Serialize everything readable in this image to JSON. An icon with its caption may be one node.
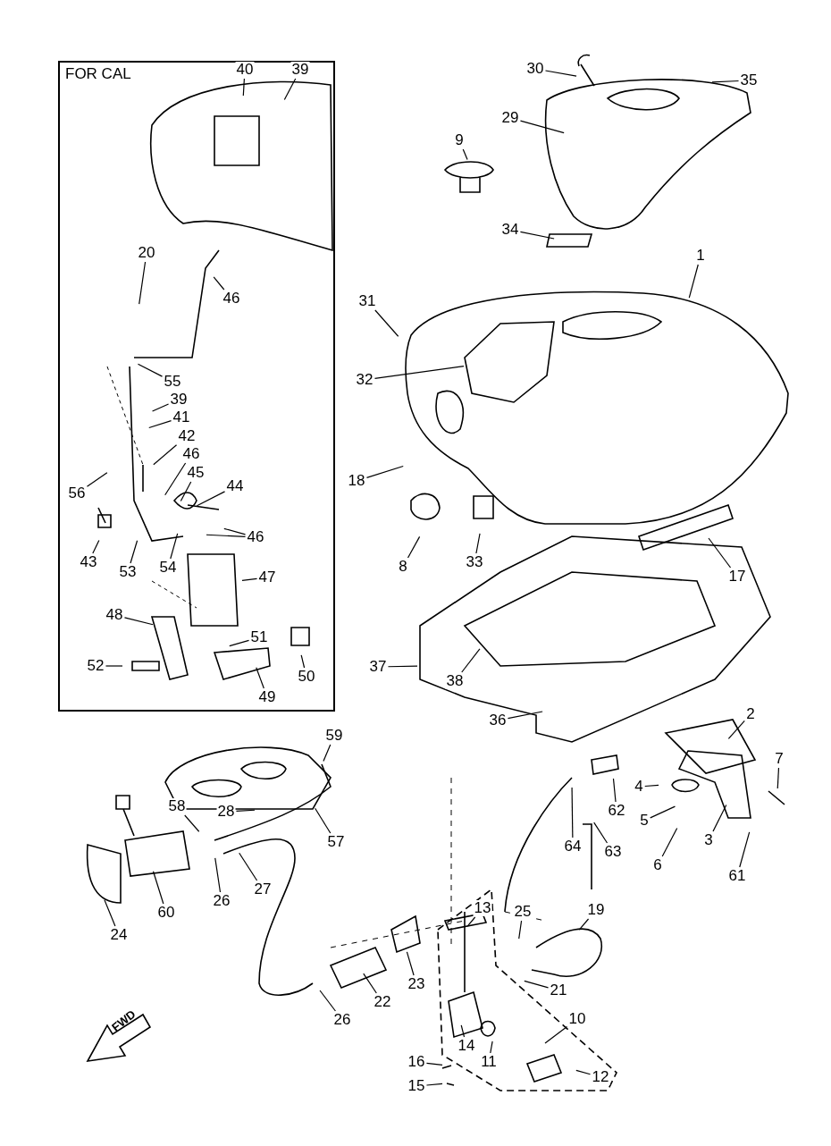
{
  "diagram": {
    "nodes": [
      {
        "text": [
          "FOR CAL"
        ]
      },
      {
        "text": [
          "40"
        ],
        "in": 0
      },
      {
        "text": [
          "39"
        ],
        "in": 0
      },
      {
        "text": [
          "20"
        ],
        "in": 0
      },
      {
        "text": [
          "46"
        ],
        "in": 0
      },
      {
        "text": [
          "55"
        ],
        "in": 0
      },
      {
        "text": [
          "39"
        ],
        "in": 0
      },
      {
        "text": [
          "41"
        ],
        "in": 0
      },
      {
        "text": [
          "42"
        ],
        "in": 0
      },
      {
        "text": [
          "46"
        ],
        "in": 0
      },
      {
        "text": [
          "45"
        ],
        "in": 0
      },
      {
        "text": [
          "44"
        ],
        "in": 0
      },
      {
        "text": [
          "56"
        ],
        "in": 0
      },
      {
        "text": [
          "43"
        ],
        "in": 0
      },
      {
        "text": [
          "46"
        ],
        "in": 0
      },
      {
        "text": [
          "53"
        ],
        "in": 0
      },
      {
        "text": [
          "54"
        ],
        "in": 0
      },
      {
        "text": [
          "47"
        ],
        "in": 0
      },
      {
        "text": [
          "48"
        ],
        "in": 0
      },
      {
        "text": [
          "51"
        ],
        "in": 0
      },
      {
        "text": [
          "52"
        ],
        "in": 0
      },
      {
        "text": [
          "49"
        ],
        "in": 0
      },
      {
        "text": [
          "50"
        ],
        "in": 0
      },
      {
        "text": [
          "30"
        ]
      },
      {
        "text": [
          "35"
        ]
      },
      {
        "text": [
          "29"
        ]
      },
      {
        "text": [
          "9"
        ]
      },
      {
        "text": [
          "34"
        ]
      },
      {
        "text": [
          "1"
        ]
      },
      {
        "text": [
          "31"
        ]
      },
      {
        "text": [
          "32"
        ]
      },
      {
        "text": [
          "18"
        ]
      },
      {
        "text": [
          "8"
        ]
      },
      {
        "text": [
          "33"
        ]
      },
      {
        "text": [
          "17"
        ]
      },
      {
        "text": [
          "37"
        ]
      },
      {
        "text": [
          "38"
        ]
      },
      {
        "text": [
          "36"
        ]
      },
      {
        "text": [
          "2"
        ]
      },
      {
        "text": [
          "7"
        ]
      },
      {
        "text": [
          "4"
        ]
      },
      {
        "text": [
          "5"
        ]
      },
      {
        "text": [
          "62"
        ]
      },
      {
        "text": [
          "3"
        ]
      },
      {
        "text": [
          "6"
        ]
      },
      {
        "text": [
          "61"
        ]
      },
      {
        "text": [
          "64"
        ]
      },
      {
        "text": [
          "63"
        ]
      },
      {
        "text": [
          "59"
        ]
      },
      {
        "text": [
          "28"
        ]
      },
      {
        "text": [
          "58"
        ]
      },
      {
        "text": [
          "57"
        ]
      },
      {
        "text": [
          "26"
        ]
      },
      {
        "text": [
          "27"
        ]
      },
      {
        "text": [
          "24"
        ]
      },
      {
        "text": [
          "60"
        ]
      },
      {
        "text": [
          "13"
        ]
      },
      {
        "text": [
          "25"
        ]
      },
      {
        "text": [
          "19"
        ]
      },
      {
        "text": [
          "23"
        ]
      },
      {
        "text": [
          "22"
        ]
      },
      {
        "text": [
          "26"
        ]
      },
      {
        "text": [
          "21"
        ]
      },
      {
        "text": [
          "10"
        ]
      },
      {
        "text": [
          "16"
        ]
      },
      {
        "text": [
          "14"
        ]
      },
      {
        "text": [
          "11"
        ]
      },
      {
        "text": [
          "12"
        ]
      },
      {
        "text": [
          "15"
        ]
      }
    ],
    "edges": [
      {
        "from": 1,
        "to": null,
        "arrow": "none"
      },
      {
        "from": 2,
        "to": null,
        "arrow": "none"
      },
      {
        "from": 3,
        "to": null,
        "arrow": "none"
      },
      {
        "from": 4,
        "to": null,
        "arrow": "none"
      },
      {
        "from": 5,
        "to": null,
        "arrow": "none"
      },
      {
        "from": 6,
        "to": null,
        "arrow": "none"
      },
      {
        "from": 7,
        "to": null,
        "arrow": "none"
      },
      {
        "from": 8,
        "to": null,
        "arrow": "none"
      },
      {
        "from": 9,
        "to": null,
        "arrow": "none"
      },
      {
        "from": 10,
        "to": null,
        "arrow": "none"
      },
      {
        "from": 11,
        "to": null,
        "arrow": "none"
      },
      {
        "from": 12,
        "to": null,
        "arrow": "none"
      },
      {
        "from": 13,
        "to": null,
        "arrow": "none"
      },
      {
        "from": 14,
        "to": null,
        "arrow": "none"
      },
      {
        "from": 14,
        "to": null,
        "arrow": "none"
      },
      {
        "from": 15,
        "to": null,
        "arrow": "none"
      },
      {
        "from": 16,
        "to": null,
        "arrow": "none"
      },
      {
        "from": 17,
        "to": null,
        "arrow": "none"
      },
      {
        "from": 18,
        "to": null,
        "arrow": "none"
      },
      {
        "from": 19,
        "to": null,
        "arrow": "none"
      },
      {
        "from": 20,
        "to": null,
        "arrow": "none"
      },
      {
        "from": 21,
        "to": null,
        "arrow": "none"
      },
      {
        "from": 22,
        "to": null,
        "arrow": "none"
      },
      {
        "from": 23,
        "to": null,
        "arrow": "none"
      },
      {
        "from": 24,
        "to": null,
        "arrow": "none"
      },
      {
        "from": 25,
        "to": null,
        "arrow": "none"
      },
      {
        "from": 26,
        "to": null,
        "arrow": "none"
      },
      {
        "from": 27,
        "to": null,
        "arrow": "none"
      },
      {
        "from": 28,
        "to": null,
        "arrow": "none"
      },
      {
        "from": 29,
        "to": null,
        "arrow": "none"
      },
      {
        "from": 30,
        "to": null,
        "arrow": "none"
      },
      {
        "from": 31,
        "to": null,
        "arrow": "none"
      },
      {
        "from": 32,
        "to": null,
        "arrow": "none"
      },
      {
        "from": 33,
        "to": null,
        "arrow": "none"
      },
      {
        "from": 34,
        "to": null,
        "arrow": "none"
      },
      {
        "from": 35,
        "to": null,
        "arrow": "none"
      },
      {
        "from": 36,
        "to": null,
        "arrow": "none"
      },
      {
        "from": 37,
        "to": null,
        "arrow": "none"
      },
      {
        "from": 38,
        "to": null,
        "arrow": "none"
      },
      {
        "from": 39,
        "to": null,
        "arrow": "none"
      },
      {
        "from": 40,
        "to": null,
        "arrow": "none"
      },
      {
        "from": 41,
        "to": null,
        "arrow": "none"
      },
      {
        "from": 42,
        "to": null,
        "arrow": "none"
      },
      {
        "from": 43,
        "to": null,
        "arrow": "none"
      },
      {
        "from": 44,
        "to": null,
        "arrow": "none"
      },
      {
        "from": 45,
        "to": null,
        "arrow": "none"
      },
      {
        "from": 46,
        "to": null,
        "arrow": "none"
      },
      {
        "from": 47,
        "to": null,
        "arrow": "none"
      },
      {
        "from": 48,
        "to": null,
        "arrow": "none"
      },
      {
        "from": 49,
        "to": null,
        "arrow": "none"
      },
      {
        "from": 50,
        "to": null,
        "arrow": "none"
      },
      {
        "from": 51,
        "to": null,
        "arrow": "none"
      },
      {
        "from": 52,
        "to": null,
        "arrow": "none"
      },
      {
        "from": 53,
        "to": null,
        "arrow": "none"
      },
      {
        "from": 54,
        "to": null,
        "arrow": "none"
      },
      {
        "from": 55,
        "to": null,
        "arrow": "none"
      },
      {
        "from": 56,
        "to": null,
        "arrow": "none"
      },
      {
        "from": 57,
        "to": null,
        "arrow": "none"
      },
      {
        "from": 58,
        "to": null,
        "arrow": "none"
      },
      {
        "from": 59,
        "to": null,
        "arrow": "none"
      },
      {
        "from": 60,
        "to": null,
        "arrow": "none"
      },
      {
        "from": 61,
        "to": null,
        "arrow": "none"
      },
      {
        "from": 62,
        "to": null,
        "arrow": "none"
      },
      {
        "from": 63,
        "to": null,
        "arrow": "none"
      },
      {
        "from": 64,
        "to": null,
        "arrow": "none"
      },
      {
        "from": 65,
        "to": null,
        "arrow": "none"
      },
      {
        "from": 66,
        "to": null,
        "arrow": "none"
      },
      {
        "from": 67,
        "to": null,
        "arrow": "none"
      },
      {
        "from": 68,
        "to": null,
        "arrow": "none"
      }
    ],
    "labels": [
      "FWD"
    ]
  }
}
